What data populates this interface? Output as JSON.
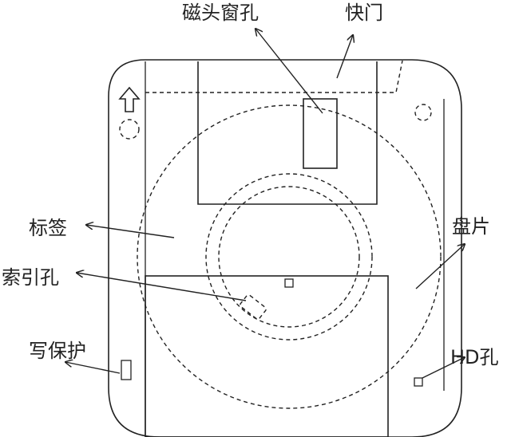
{
  "labels": {
    "head_window": "磁头窗孔",
    "shutter": "快门",
    "label": "标签",
    "disk": "盘片",
    "index_hole": "索引孔",
    "write_protect": "写保护",
    "hd_hole": "HD孔"
  }
}
